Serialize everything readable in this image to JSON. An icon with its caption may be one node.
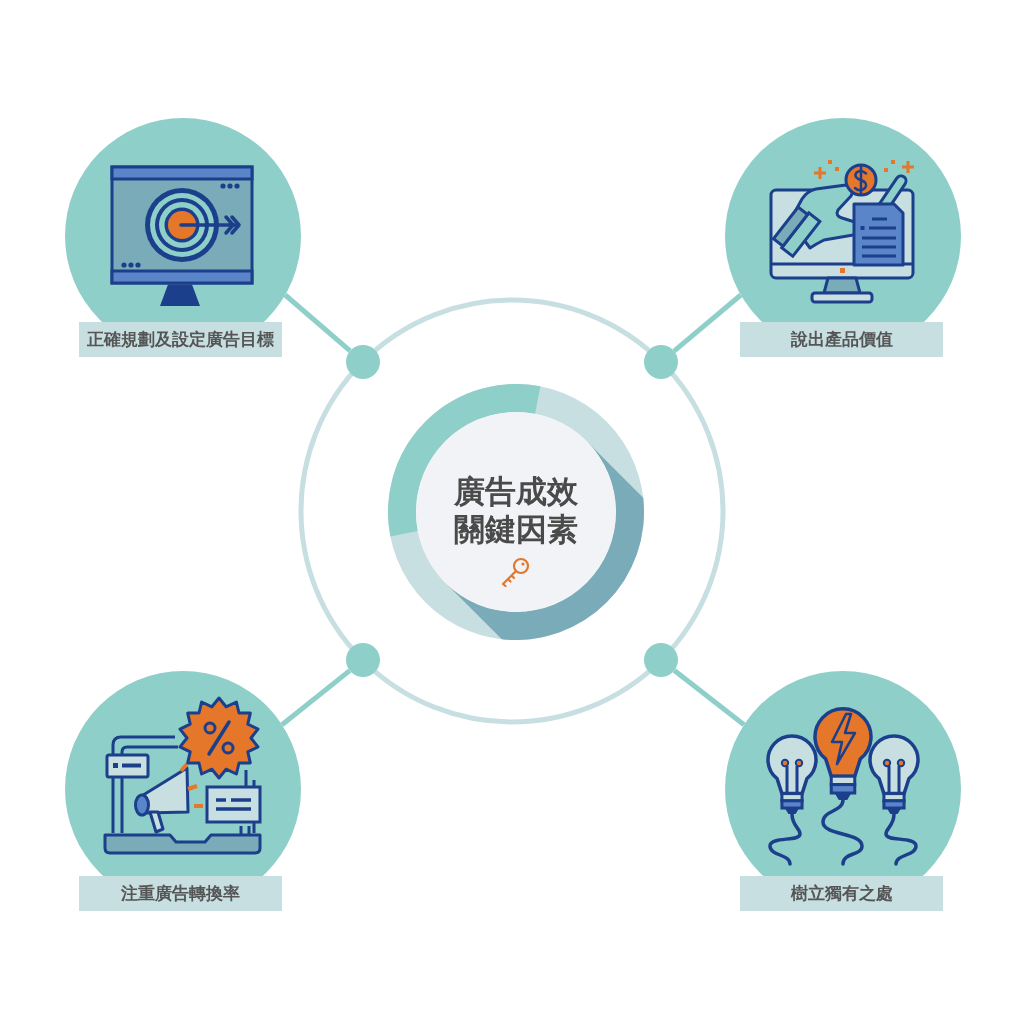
{
  "diagram": {
    "nodes": [
      {
        "text": [
          "正確規劃及設定廣告目標"
        ]
      },
      {
        "text": [
          "說出產品價值"
        ]
      },
      {
        "text": [],
        "shape": "circle"
      },
      {
        "text": [],
        "shape": "circle"
      },
      {
        "text": [
          "廣告成效關鍵因素"
        ]
      },
      {
        "text": [],
        "shape": "circle"
      },
      {
        "text": [],
        "shape": "circle"
      },
      {
        "text": [
          "注重廣告轉換率"
        ]
      },
      {
        "text": [
          "樹立獨有之處"
        ]
      }
    ],
    "edges": [
      {
        "from": 2,
        "to": 0,
        "arrow": "none"
      },
      {
        "from": 3,
        "to": 1,
        "arrow": "none"
      },
      {
        "from": 5,
        "to": 7,
        "arrow": "none"
      },
      {
        "from": 6,
        "to": 8,
        "arrow": "none"
      }
    ]
  }
}
